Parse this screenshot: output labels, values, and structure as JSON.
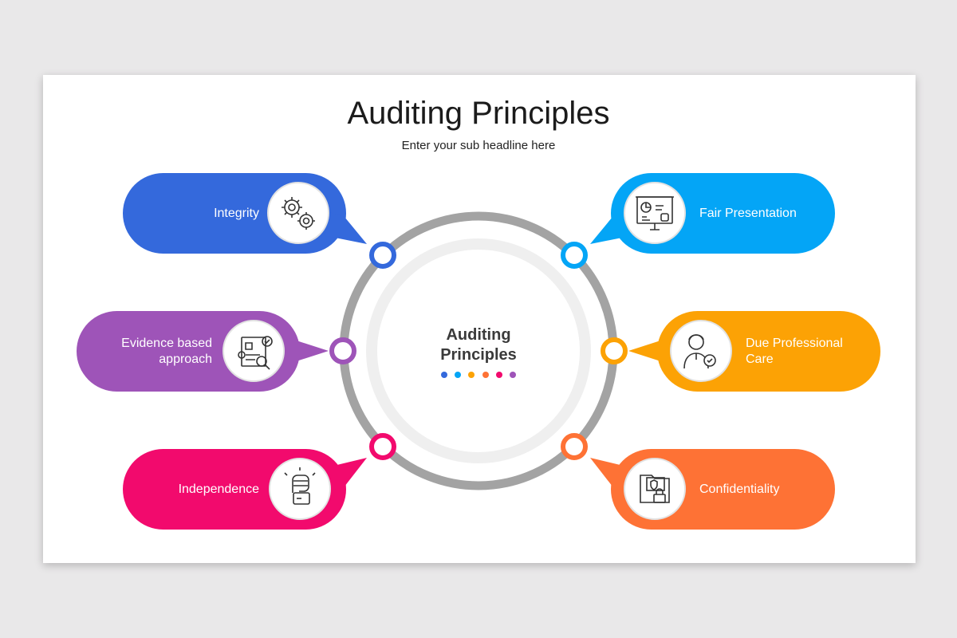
{
  "title": "Auditing Principles",
  "subtitle": "Enter your sub headline here",
  "center": {
    "line1": "Auditing",
    "line2": "Principles"
  },
  "colors": {
    "blue": "#3469dc",
    "sky": "#04a5f6",
    "purple": "#9e54b8",
    "amber": "#fca205",
    "magenta": "#f20a6d",
    "orange": "#fe7235",
    "ring": "#a3a3a3",
    "inner_ring": "#f0f0f0"
  },
  "dots": [
    "#3469dc",
    "#04a5f6",
    "#fca205",
    "#fe7235",
    "#f20a6d",
    "#9e54b8"
  ],
  "items": [
    {
      "id": "integrity",
      "label": "Integrity",
      "color": "#3469dc",
      "icon": "gears-icon"
    },
    {
      "id": "fair-presentation",
      "label": "Fair Presentation",
      "color": "#04a5f6",
      "icon": "presentation-board-icon"
    },
    {
      "id": "evidence",
      "label": "Evidence based approach",
      "color": "#9e54b8",
      "icon": "document-search-icon"
    },
    {
      "id": "due-care",
      "label": "Due Professional Care",
      "color": "#fca205",
      "icon": "professional-person-icon"
    },
    {
      "id": "independence",
      "label": "Independence",
      "color": "#f20a6d",
      "icon": "raised-fist-icon"
    },
    {
      "id": "confidentiality",
      "label": "Confidentiality",
      "color": "#fe7235",
      "icon": "locked-folder-icon"
    }
  ]
}
